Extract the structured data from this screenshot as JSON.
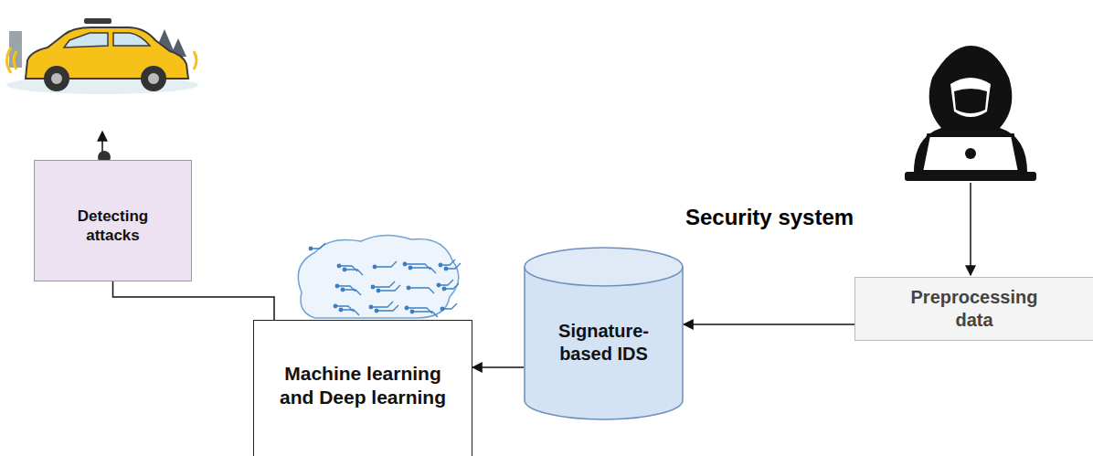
{
  "diagram": {
    "nodes": [
      {
        "text": [
          "Detecting attacks"
        ]
      },
      {
        "text": [
          "Machine learning and Deep learning"
        ]
      },
      {
        "text": [
          "Signature-based IDS"
        ]
      },
      {
        "text": [
          "Preprocessing data"
        ]
      }
    ],
    "edges": [
      {
        "from": 3,
        "to": 2,
        "arrow": "to"
      },
      {
        "from": 2,
        "to": 1,
        "arrow": "to"
      },
      {
        "from": 1,
        "to": 0,
        "arrow": "none"
      }
    ],
    "labels": [
      "Security system"
    ]
  }
}
